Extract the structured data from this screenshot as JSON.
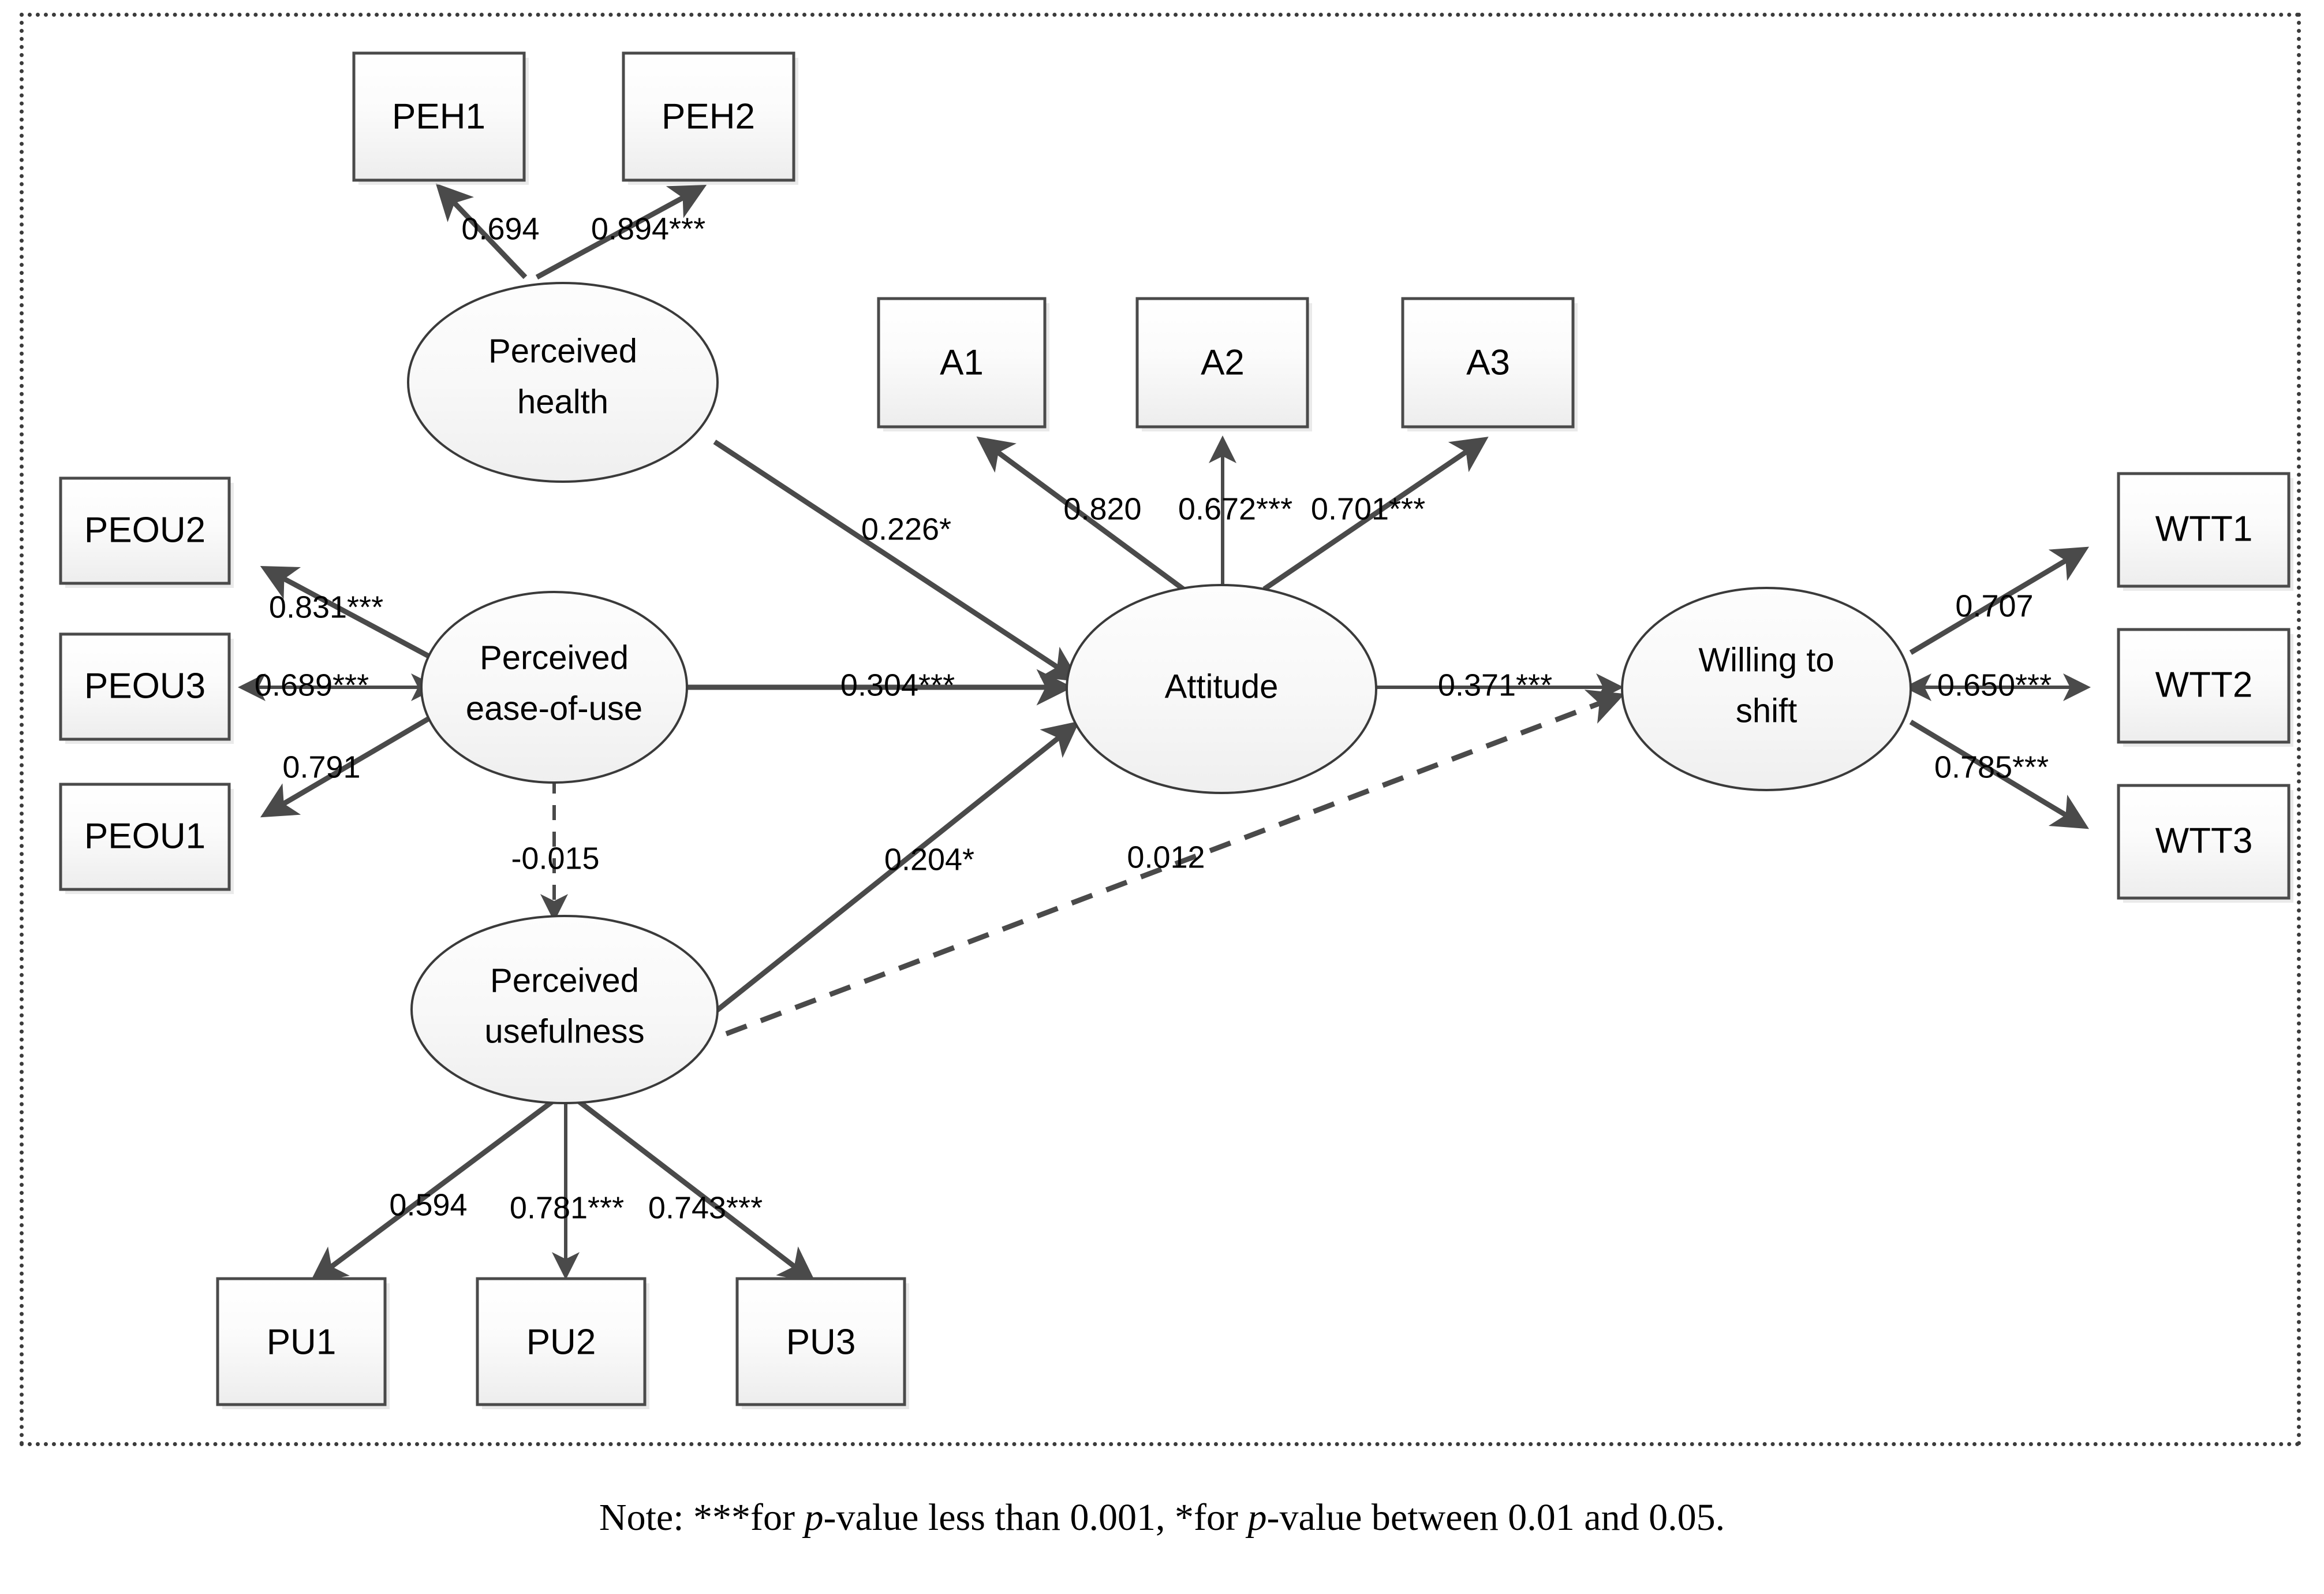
{
  "figure": {
    "note": "Note: ***for p-value less than 0.001, *for p-value between 0.01 and 0.05.",
    "note_prefix": "Note: ***for ",
    "note_italic_1": "p",
    "note_mid": "-value less than 0.001, *for ",
    "note_italic_2": "p",
    "note_suffix": "-value between 0.01 and 0.05.",
    "border_style": "dotted",
    "border_color": "#3b3b3b"
  },
  "chart_data": {
    "type": "diagram",
    "subtype": "structural-equation-model-path-diagram",
    "title": "",
    "latent_variables": [
      {
        "id": "PEH",
        "label_line1": "Perceived",
        "label_line2": "health",
        "label": "Perceived health"
      },
      {
        "id": "PEOU",
        "label_line1": "Perceived",
        "label_line2": "ease-of-use",
        "label": "Perceived ease-of-use"
      },
      {
        "id": "PU",
        "label_line1": "Perceived",
        "label_line2": "usefulness",
        "label": "Perceived usefulness"
      },
      {
        "id": "ATT",
        "label_line1": "Attitude",
        "label_line2": "",
        "label": "Attitude"
      },
      {
        "id": "WTT",
        "label_line1": "Willing to",
        "label_line2": "shift",
        "label": "Willing to shift"
      }
    ],
    "observed_variables": [
      {
        "id": "PEH1",
        "label": "PEH1"
      },
      {
        "id": "PEH2",
        "label": "PEH2"
      },
      {
        "id": "A1",
        "label": "A1"
      },
      {
        "id": "A2",
        "label": "A2"
      },
      {
        "id": "A3",
        "label": "A3"
      },
      {
        "id": "PEOU2",
        "label": "PEOU2"
      },
      {
        "id": "PEOU3",
        "label": "PEOU3"
      },
      {
        "id": "PEOU1",
        "label": "PEOU1"
      },
      {
        "id": "WTT1",
        "label": "WTT1"
      },
      {
        "id": "WTT2",
        "label": "WTT2"
      },
      {
        "id": "WTT3",
        "label": "WTT3"
      },
      {
        "id": "PU1",
        "label": "PU1"
      },
      {
        "id": "PU2",
        "label": "PU2"
      },
      {
        "id": "PU3",
        "label": "PU3"
      }
    ],
    "measurement_loadings": [
      {
        "from": "PEH",
        "to": "PEH1",
        "value": 0.694,
        "stars": "",
        "label": "0.694"
      },
      {
        "from": "PEH",
        "to": "PEH2",
        "value": 0.894,
        "stars": "***",
        "label": "0.894***"
      },
      {
        "from": "ATT",
        "to": "A1",
        "value": 0.82,
        "stars": "",
        "label": "0.820"
      },
      {
        "from": "ATT",
        "to": "A2",
        "value": 0.672,
        "stars": "***",
        "label": "0.672***"
      },
      {
        "from": "ATT",
        "to": "A3",
        "value": 0.701,
        "stars": "***",
        "label": "0.701***"
      },
      {
        "from": "PEOU",
        "to": "PEOU2",
        "value": 0.831,
        "stars": "***",
        "label": "0.831***"
      },
      {
        "from": "PEOU",
        "to": "PEOU3",
        "value": 0.689,
        "stars": "***",
        "label": "0.689***"
      },
      {
        "from": "PEOU",
        "to": "PEOU1",
        "value": 0.791,
        "stars": "",
        "label": "0.791"
      },
      {
        "from": "WTT",
        "to": "WTT1",
        "value": 0.707,
        "stars": "",
        "label": "0.707"
      },
      {
        "from": "WTT",
        "to": "WTT2",
        "value": 0.65,
        "stars": "***",
        "label": "0.650***"
      },
      {
        "from": "WTT",
        "to": "WTT3",
        "value": 0.785,
        "stars": "***",
        "label": "0.785***"
      },
      {
        "from": "PU",
        "to": "PU1",
        "value": 0.594,
        "stars": "",
        "label": "0.594"
      },
      {
        "from": "PU",
        "to": "PU2",
        "value": 0.781,
        "stars": "***",
        "label": "0.781***"
      },
      {
        "from": "PU",
        "to": "PU3",
        "value": 0.743,
        "stars": "***",
        "label": "0.743***"
      }
    ],
    "structural_paths": [
      {
        "from": "PEH",
        "to": "ATT",
        "value": 0.226,
        "stars": "*",
        "label": "0.226*",
        "style": "solid"
      },
      {
        "from": "PEOU",
        "to": "ATT",
        "value": 0.304,
        "stars": "***",
        "label": "0.304***",
        "style": "solid"
      },
      {
        "from": "PU",
        "to": "ATT",
        "value": 0.204,
        "stars": "*",
        "label": "0.204*",
        "style": "solid"
      },
      {
        "from": "PEOU",
        "to": "PU",
        "value": -0.015,
        "stars": "",
        "label": "-0.015",
        "style": "dashed"
      },
      {
        "from": "ATT",
        "to": "WTT",
        "value": 0.371,
        "stars": "***",
        "label": "0.371***",
        "style": "solid"
      },
      {
        "from": "PU",
        "to": "WTT",
        "value": 0.012,
        "stars": "",
        "label": "0.012",
        "style": "dashed"
      }
    ],
    "significance_legend": {
      "three_star": "p-value less than 0.001",
      "one_star": "p-value between 0.01 and 0.05"
    }
  }
}
